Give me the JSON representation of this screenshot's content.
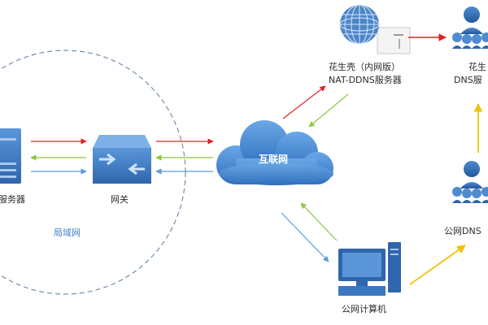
{
  "labels": {
    "server": "服务器",
    "gateway": "网关",
    "lan": "局域网",
    "internet": "互联网",
    "huasheng_line1": "花生壳（内网版）",
    "huasheng_line2": "NAT-DDNS服务器",
    "dns_top_line1": "花生",
    "dns_top_line2": "DNS服",
    "public_dns": "公网DNS",
    "public_computer": "公网计算机"
  },
  "colors": {
    "red": "#e02020",
    "green": "#8cc63e",
    "blue": "#5b9bd5",
    "yellow": "#f2c200",
    "cloud": "#4a8fd6",
    "icon_blue": "#3a78c2",
    "lan_circle": "#6f8fb0"
  },
  "icons": {
    "server": "server-icon",
    "gateway": "gateway-router-icon",
    "internet": "cloud-icon",
    "huasheng": "globe-server-icon",
    "dns": "people-network-icon",
    "computer": "desktop-computer-icon"
  }
}
